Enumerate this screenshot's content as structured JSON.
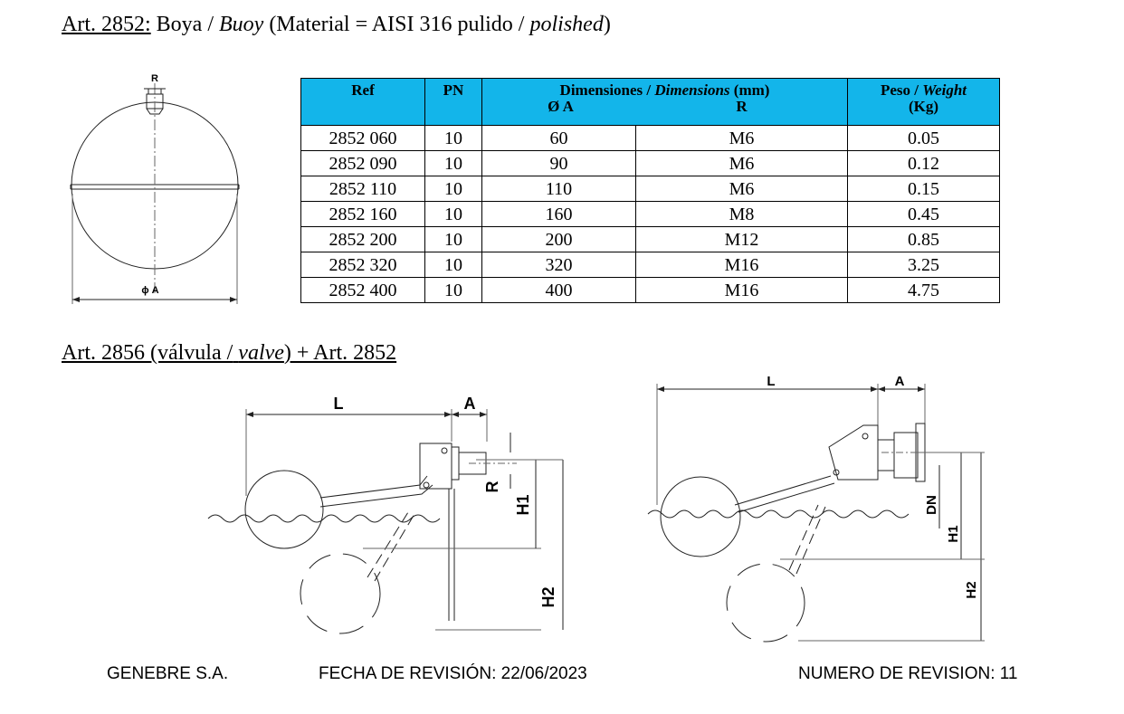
{
  "section1": {
    "art": "Art. 2852:",
    "name_es": "Boya /",
    "name_en": "Buoy",
    "material_prefix": "(Material = AISI 316 pulido /",
    "material_en": "polished",
    "material_suffix": ")"
  },
  "drawing1": {
    "label_r": "R",
    "label_a": "ϕ A"
  },
  "table": {
    "headers": {
      "ref": "Ref",
      "pn": "PN",
      "dim_es": "Dimensiones /",
      "dim_en": "Dimensions",
      "dim_unit": "(mm)",
      "dim_a": "Ø A",
      "dim_r": "R",
      "peso_es": "Peso /",
      "peso_en": "Weight",
      "peso_unit": "(Kg)"
    },
    "rows": [
      [
        "2852 060",
        "10",
        "60",
        "M6",
        "0.05"
      ],
      [
        "2852 090",
        "10",
        "90",
        "M6",
        "0.12"
      ],
      [
        "2852 110",
        "10",
        "110",
        "M6",
        "0.15"
      ],
      [
        "2852 160",
        "10",
        "160",
        "M8",
        "0.45"
      ],
      [
        "2852 200",
        "10",
        "200",
        "M12",
        "0.85"
      ],
      [
        "2852 320",
        "10",
        "320",
        "M16",
        "3.25"
      ],
      [
        "2852 400",
        "10",
        "400",
        "M16",
        "4.75"
      ]
    ]
  },
  "section2": {
    "art_prefix": "Art. 2856 (válvula /",
    "valve_en": "valve",
    "art_suffix": ") + Art. 2852"
  },
  "drawing2": {
    "L": "L",
    "A": "A",
    "R": "R",
    "H1": "H1",
    "H2": "H2"
  },
  "drawing3": {
    "L": "L",
    "A": "A",
    "DN": "DN",
    "H1": "H1",
    "H2": "H2"
  },
  "footer": {
    "company": "GENEBRE S.A.",
    "revision_date": "FECHA DE REVISIÓN: 22/06/2023",
    "revision_number": "NUMERO DE REVISION: 11"
  }
}
